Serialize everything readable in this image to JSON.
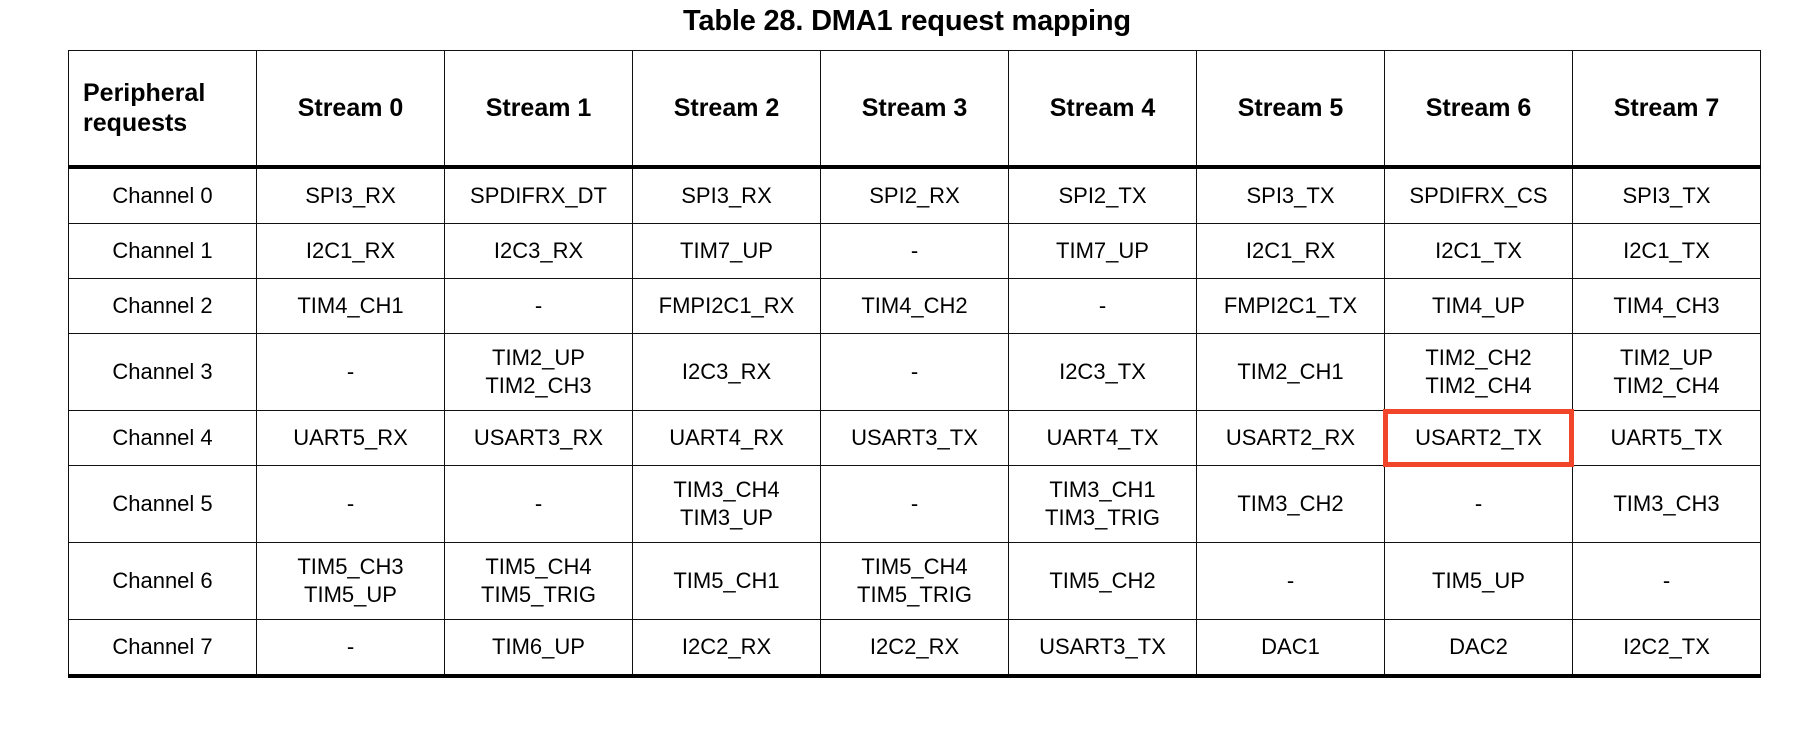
{
  "title": "Table 28. DMA1 request mapping",
  "table": {
    "header": {
      "first_column": "Peripheral\nrequests",
      "streams": [
        "Stream 0",
        "Stream 1",
        "Stream 2",
        "Stream 3",
        "Stream 4",
        "Stream 5",
        "Stream 6",
        "Stream 7"
      ]
    },
    "rows": [
      {
        "channel": "Channel 0",
        "tall": false,
        "cells": [
          "SPI3_RX",
          "SPDIFRX_DT",
          "SPI3_RX",
          "SPI2_RX",
          "SPI2_TX",
          "SPI3_TX",
          "SPDIFRX_CS",
          "SPI3_TX"
        ]
      },
      {
        "channel": "Channel 1",
        "tall": false,
        "cells": [
          "I2C1_RX",
          "I2C3_RX",
          "TIM7_UP",
          "-",
          "TIM7_UP",
          "I2C1_RX",
          "I2C1_TX",
          "I2C1_TX"
        ]
      },
      {
        "channel": "Channel 2",
        "tall": false,
        "cells": [
          "TIM4_CH1",
          "-",
          "FMPI2C1_RX",
          "TIM4_CH2",
          "-",
          "FMPI2C1_TX",
          "TIM4_UP",
          "TIM4_CH3"
        ]
      },
      {
        "channel": "Channel 3",
        "tall": true,
        "cells": [
          "-",
          "TIM2_UP\nTIM2_CH3",
          "I2C3_RX",
          "-",
          "I2C3_TX",
          "TIM2_CH1",
          "TIM2_CH2\nTIM2_CH4",
          "TIM2_UP\nTIM2_CH4"
        ]
      },
      {
        "channel": "Channel 4",
        "tall": false,
        "cells": [
          "UART5_RX",
          "USART3_RX",
          "UART4_RX",
          "USART3_TX",
          "UART4_TX",
          "USART2_RX",
          "USART2_TX",
          "UART5_TX"
        ]
      },
      {
        "channel": "Channel 5",
        "tall": true,
        "cells": [
          "-",
          "-",
          "TIM3_CH4\nTIM3_UP",
          "-",
          "TIM3_CH1\nTIM3_TRIG",
          "TIM3_CH2",
          "-",
          "TIM3_CH3"
        ]
      },
      {
        "channel": "Channel 6",
        "tall": true,
        "cells": [
          "TIM5_CH3\nTIM5_UP",
          "TIM5_CH4\nTIM5_TRIG",
          "TIM5_CH1",
          "TIM5_CH4\nTIM5_TRIG",
          "TIM5_CH2",
          "-",
          "TIM5_UP",
          "-"
        ]
      },
      {
        "channel": "Channel 7",
        "tall": false,
        "cells": [
          "-",
          "TIM6_UP",
          "I2C2_RX",
          "I2C2_RX",
          "USART3_TX",
          "DAC1",
          "DAC2",
          "I2C2_TX"
        ]
      }
    ],
    "highlight": {
      "row": 4,
      "col": 6,
      "value": "USART2_TX",
      "color": "#f2462a"
    }
  }
}
